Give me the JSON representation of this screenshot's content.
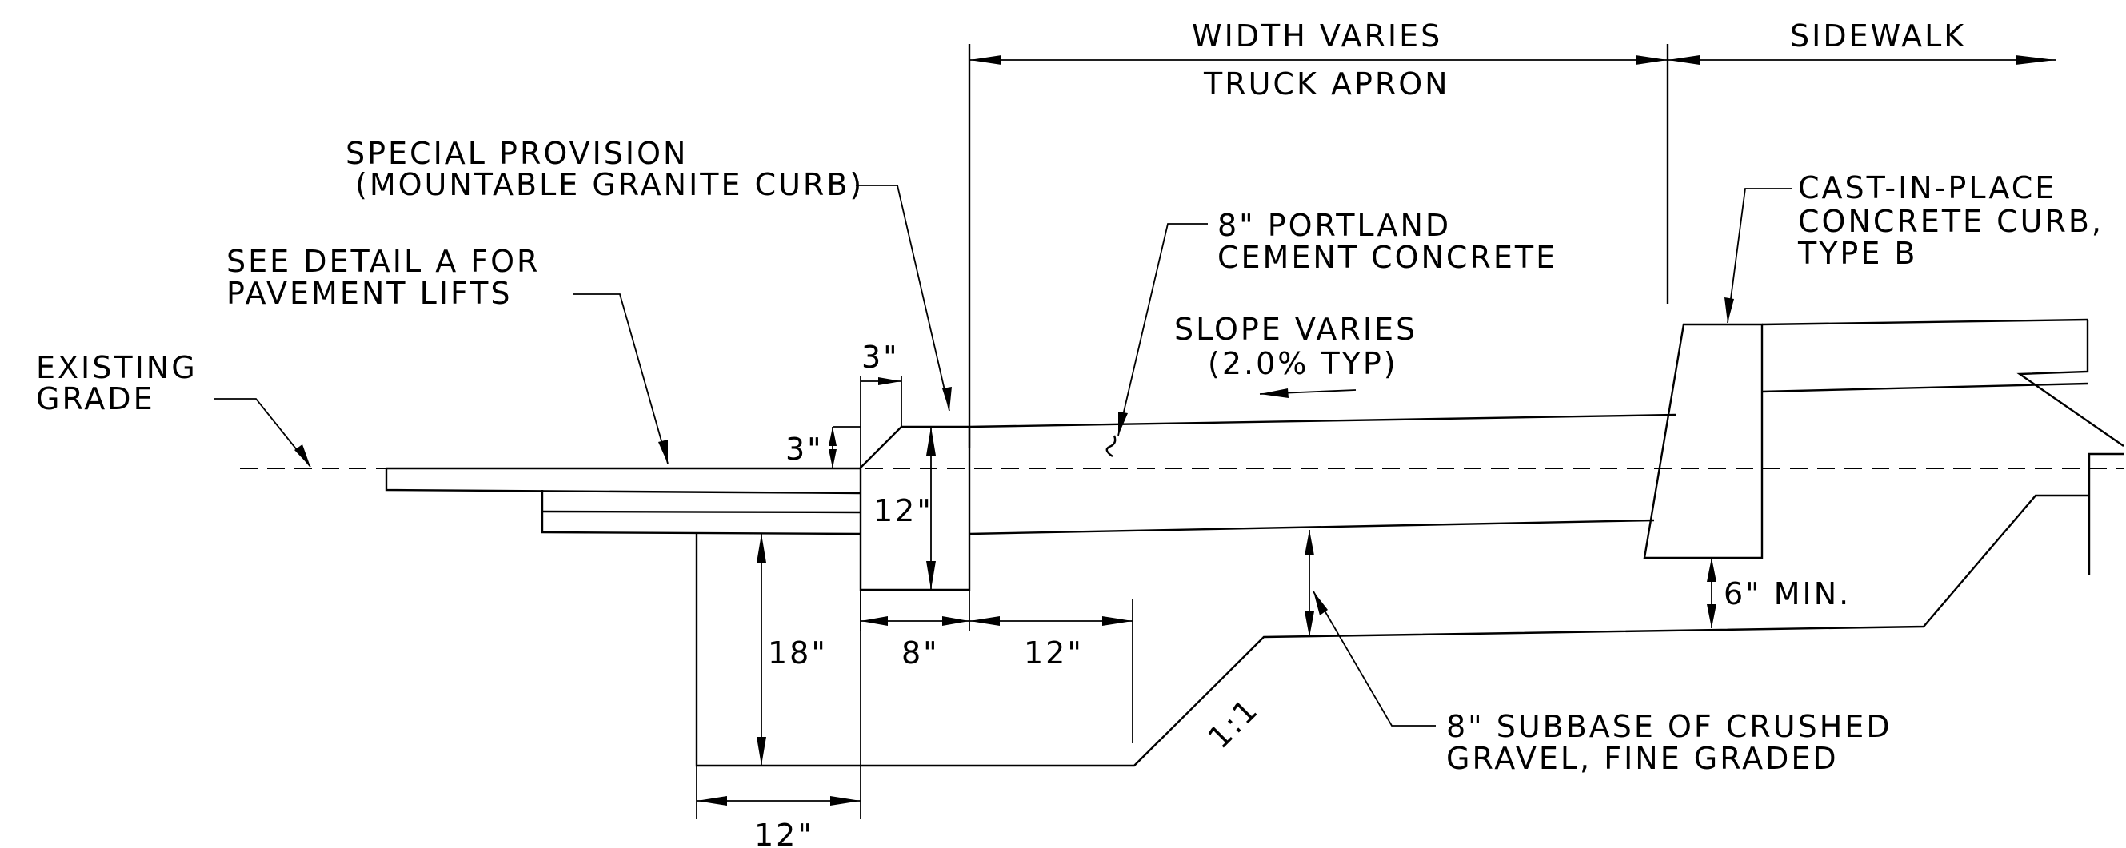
{
  "labels": {
    "width_varies": "WIDTH VARIES",
    "truck_apron": "TRUCK APRON",
    "sidewalk": "SIDEWALK",
    "special_provision_1": "SPECIAL PROVISION",
    "special_provision_2": "(MOUNTABLE GRANITE CURB)",
    "see_detail_1": "SEE DETAIL A FOR",
    "see_detail_2": "PAVEMENT LIFTS",
    "existing_grade_1": "EXISTING",
    "existing_grade_2": "GRADE",
    "pcc_1": "8\" PORTLAND",
    "pcc_2": "CEMENT CONCRETE",
    "cip_curb_1": "CAST-IN-PLACE",
    "cip_curb_2": "CONCRETE CURB,",
    "cip_curb_3": "TYPE B",
    "slope_1": "SLOPE VARIES",
    "slope_2": "(2.0% TYP)",
    "subbase_1": "8\" SUBBASE OF CRUSHED",
    "subbase_2": "GRAVEL, FINE GRADED",
    "six_min": "6\" MIN.",
    "slope_ratio": "1:1"
  },
  "dimensions": {
    "chamfer_w": "3\"",
    "chamfer_h": "3\"",
    "curb_height": "12\"",
    "curb_width": "8\"",
    "apron_offset": "12\"",
    "base_depth": "18\"",
    "base_width": "12\""
  }
}
